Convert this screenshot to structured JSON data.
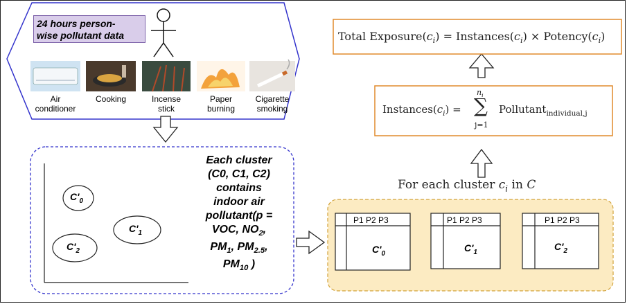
{
  "source": {
    "title_line1": "24 hours person-",
    "title_line2": "wise pollutant data",
    "items": [
      {
        "l1": "Air",
        "l2": "conditioner",
        "icon": "air-conditioner-icon"
      },
      {
        "l1": "Cooking",
        "l2": "",
        "icon": "cooking-icon"
      },
      {
        "l1": "Incense",
        "l2": "stick",
        "icon": "incense-stick-icon"
      },
      {
        "l1": "Paper",
        "l2": "burning",
        "icon": "paper-burning-icon"
      },
      {
        "l1": "Cigarette",
        "l2": "smoking",
        "icon": "cigarette-icon"
      }
    ]
  },
  "clusters": {
    "c0": "C'",
    "c0_sub": "0",
    "c1": "C'",
    "c1_sub": "1",
    "c2": "C'",
    "c2_sub": "2"
  },
  "cluster_text": {
    "l1": "Each cluster",
    "l2": "(C0, C1, C2)",
    "l3": "contains",
    "l4": "indoor air",
    "l5": "pollutant(p =",
    "l6a": "VOC, NO",
    "l6b": "2",
    "l6c": ",",
    "l7a": "PM",
    "l7b": "1",
    "l7c": ", PM",
    "l7d": "2.5",
    "l7e": ",",
    "l8a": "PM",
    "l8b": "10",
    "l8c": " )"
  },
  "tables": {
    "header": "P1  P2  P3"
  },
  "formulas": {
    "total_a": "Total Exposure(",
    "total_b": "c",
    "total_c": "i",
    "total_d": ") = Instances(",
    "total_e": ") × Potency(",
    "total_f": ")",
    "inst_a": "Instances(",
    "inst_b": ") =",
    "sum_top_a": "n",
    "sum_top_b": "i",
    "sum_bottom": "j=1",
    "sum_sym": "∑",
    "inst_c": "Pollutant",
    "inst_d": "individual,j",
    "each_a": "For each cluster ",
    "each_b": "c",
    "each_c": "i",
    "each_d": " in ",
    "each_e": "C"
  },
  "colors": {
    "hex_border": "#3333cc",
    "dash_border": "#3333cc",
    "orange_border": "#e08a2c",
    "yellow_fill": "#fcebc2",
    "tag_fill": "#d9cdea"
  }
}
